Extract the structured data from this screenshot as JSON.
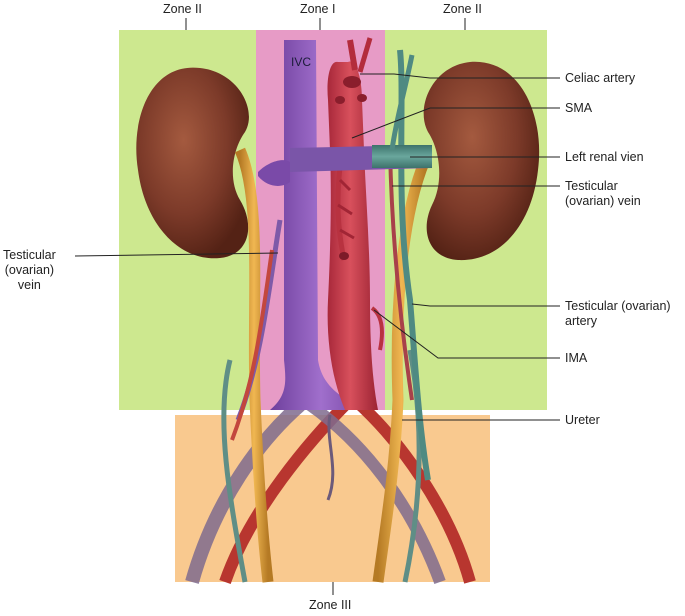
{
  "zones": {
    "zone1": "Zone I",
    "zone2_left": "Zone II",
    "zone2_right": "Zone II",
    "zone3": "Zone III"
  },
  "vessel_label": "IVC",
  "labels": {
    "celiac": "Celiac artery",
    "sma": "SMA",
    "left_renal": "Left renal vien",
    "testicular_vein_r_1": "Testicular",
    "testicular_vein_r_2": "(ovarian) vein",
    "testicular_vein_l_1": "Testicular",
    "testicular_vein_l_2": "(ovarian)",
    "testicular_vein_l_3": "vein",
    "testicular_artery_1": "Testicular (ovarian)",
    "testicular_artery_2": "artery",
    "ima": "IMA",
    "ureter": "Ureter"
  },
  "colors": {
    "zone1": "#e79bc6",
    "zone2": "#cde88f",
    "zone3": "#f9c98f",
    "ivc": "#8d5bb6",
    "aorta": "#c7394a",
    "kidney": "#7c3a29",
    "ureter": "#e0a23a",
    "vein_teal": "#4f8a82"
  }
}
